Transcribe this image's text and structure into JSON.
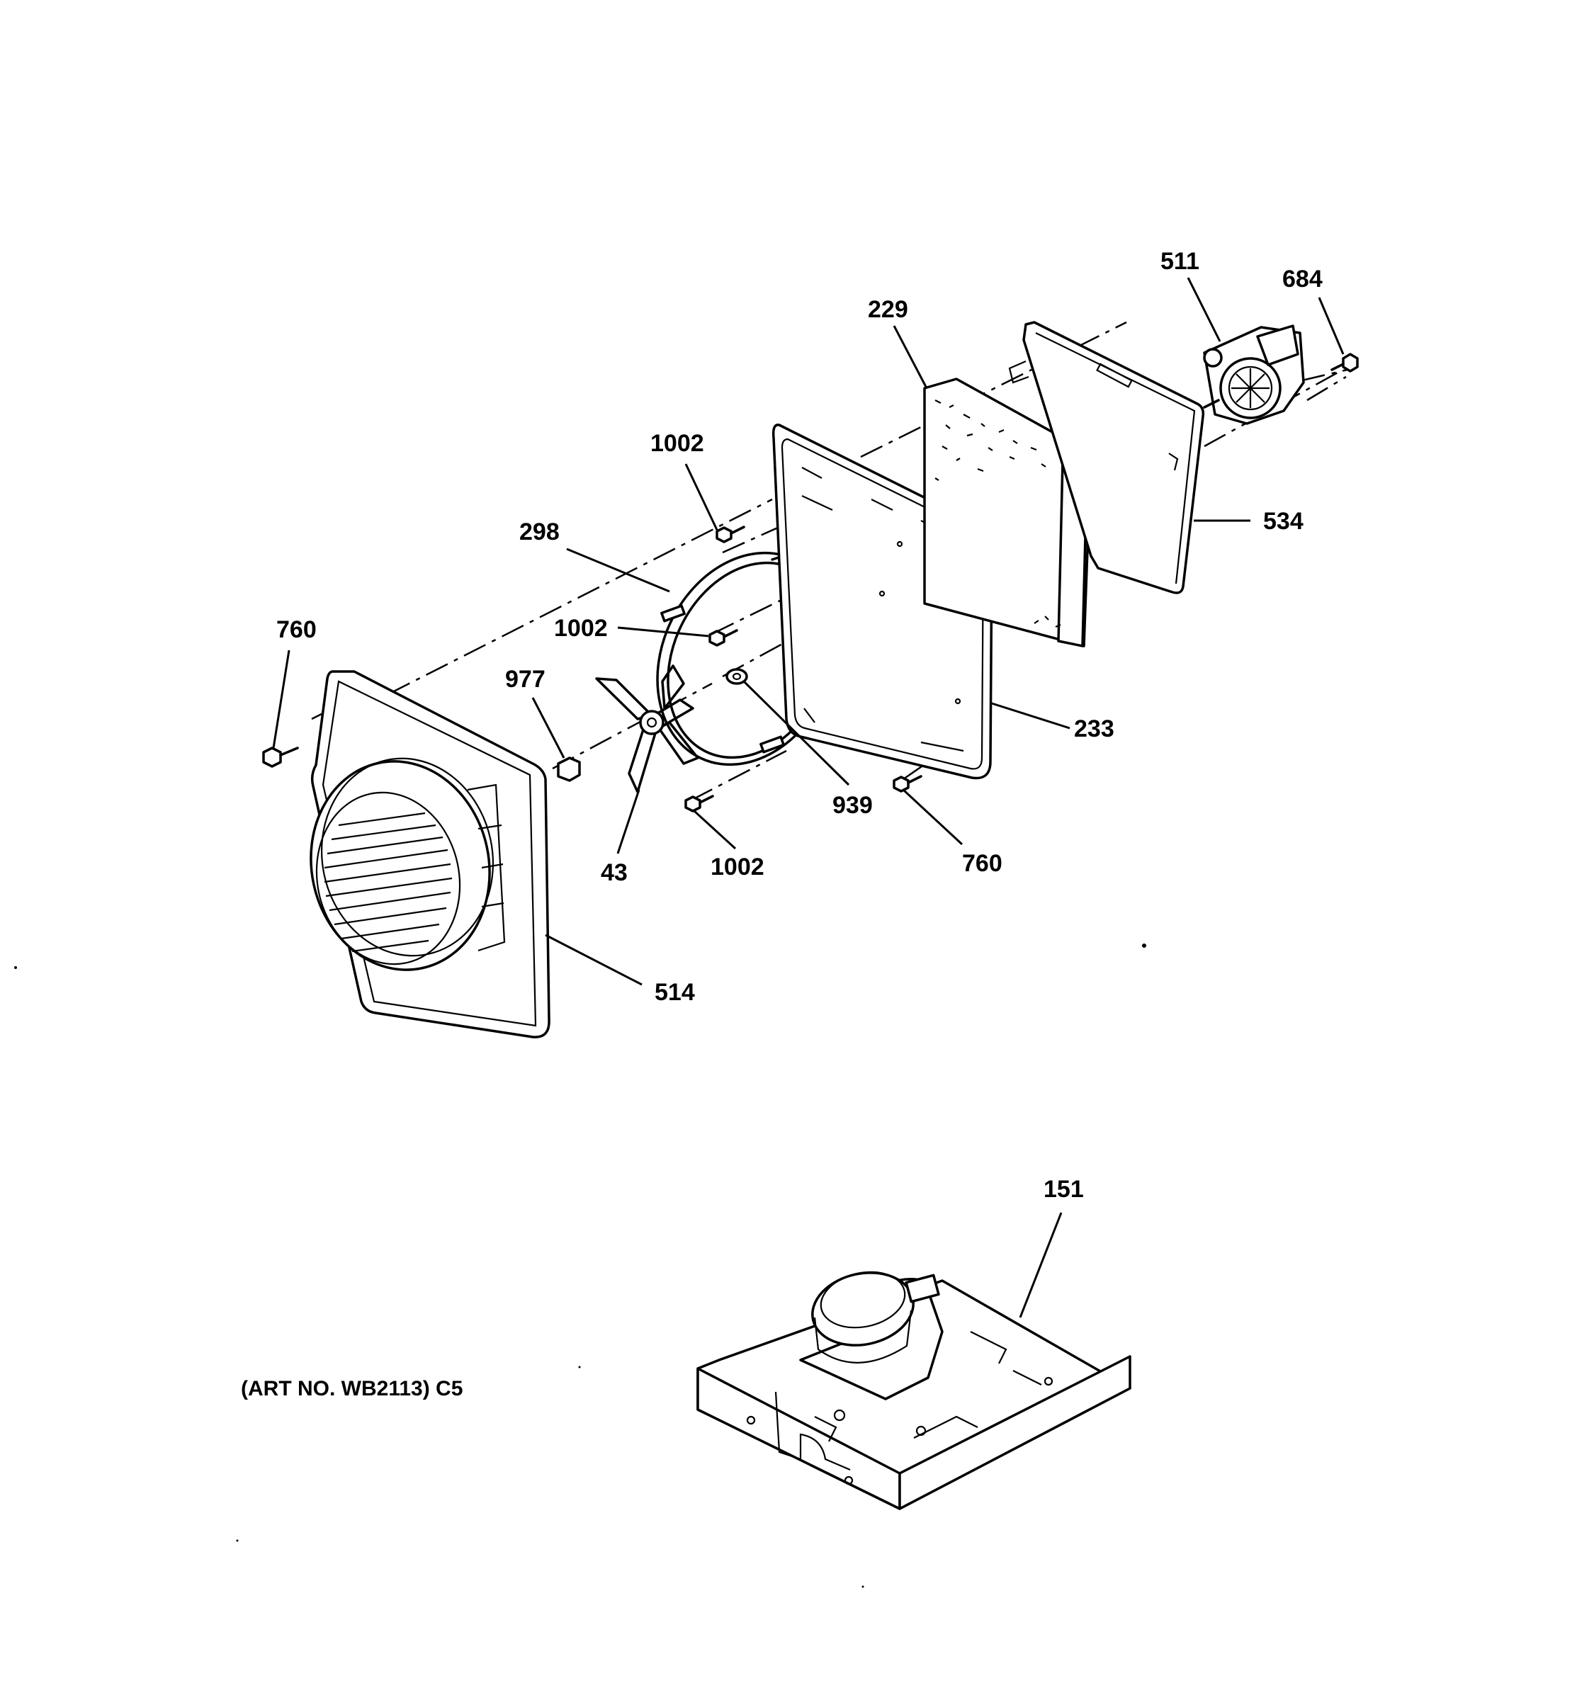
{
  "labels": {
    "p511": "511",
    "p684": "684",
    "p229": "229",
    "p534": "534",
    "p1002_top": "1002",
    "p298": "298",
    "p1002_mid": "1002",
    "p760_left": "760",
    "p977": "977",
    "p233": "233",
    "p939": "939",
    "p43": "43",
    "p1002_bottom": "1002",
    "p760_right": "760",
    "p514": "514",
    "p151": "151"
  },
  "art_number": "(ART NO. WB2113) C5"
}
